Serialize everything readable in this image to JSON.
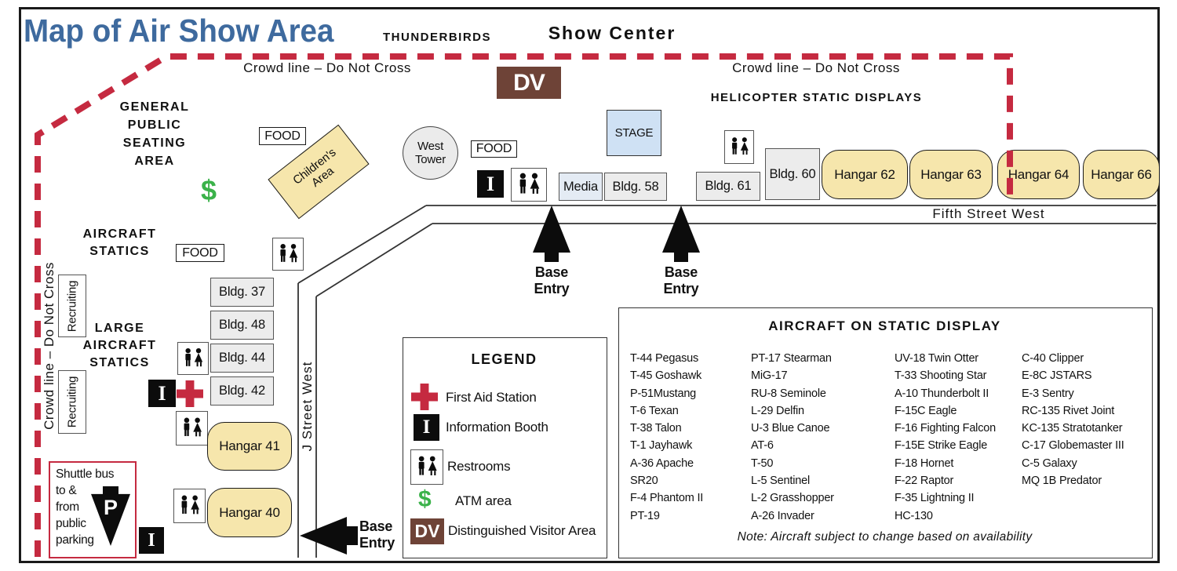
{
  "title": "Map of Air Show Area",
  "header": {
    "thunderbirds": "THUNDERBIRDS",
    "show_center": "Show Center"
  },
  "crowd_line": {
    "top_left_label": "Crowd line – Do Not Cross",
    "top_right_label": "Crowd line – Do Not Cross",
    "left_label": "Crowd line – Do Not Cross",
    "color": "#c52a40"
  },
  "zones": {
    "seating_lines": [
      "GENERAL",
      "PUBLIC",
      "SEATING",
      "AREA"
    ],
    "aircraft_statics_lines": [
      "AIRCRAFT",
      "STATICS"
    ],
    "large_aircraft_statics_lines": [
      "LARGE",
      "AIRCRAFT",
      "STATICS"
    ],
    "helicopter_static": "HELICOPTER STATIC DISPLAYS",
    "childrens_area_lines": [
      "Children's",
      "Area"
    ],
    "west_tower_lines": [
      "West",
      "Tower"
    ],
    "stage": "STAGE",
    "media": "Media"
  },
  "labels": {
    "food": "FOOD",
    "recruiting": "Recruiting",
    "dv": "DV",
    "info": "I",
    "atm": "$",
    "parking_p": "P",
    "base_entry_lines": [
      "Base",
      "Entry"
    ]
  },
  "buildings": {
    "b37": "Bldg. 37",
    "b48": "Bldg. 48",
    "b44": "Bldg. 44",
    "b42": "Bldg. 42",
    "b58": "Bldg. 58",
    "b60": "Bldg. 60",
    "b61": "Bldg. 61"
  },
  "hangars": {
    "h40": "Hangar 40",
    "h41": "Hangar 41",
    "h62": "Hangar 62",
    "h63": "Hangar 63",
    "h64": "Hangar 64",
    "h66": "Hangar 66"
  },
  "streets": {
    "fifth": "Fifth Street West",
    "j": "J Street West"
  },
  "shuttle": {
    "lines": [
      "Shuttle bus",
      "to &",
      "from",
      "public",
      "parking"
    ]
  },
  "legend": {
    "title": "LEGEND",
    "first_aid": "First Aid Station",
    "info_booth": "Information Booth",
    "restrooms": "Restrooms",
    "atm": "ATM area",
    "dv": "Distinguished Visitor Area"
  },
  "static_display": {
    "title": "AIRCRAFT ON STATIC DISPLAY",
    "columns": [
      [
        "T-44 Pegasus",
        "T-45 Goshawk",
        "P-51Mustang",
        "T-6 Texan",
        "T-38 Talon",
        "T-1 Jayhawk",
        "A-36 Apache",
        "SR20",
        "F-4 Phantom II",
        "PT-19"
      ],
      [
        "PT-17 Stearman",
        "MiG-17",
        "RU-8 Seminole",
        "L-29 Delfin",
        "U-3 Blue Canoe",
        "AT-6",
        "T-50",
        "L-5 Sentinel",
        "L-2 Grasshopper",
        "A-26 Invader"
      ],
      [
        "UV-18 Twin Otter",
        "T-33 Shooting Star",
        "A-10 Thunderbolt II",
        "F-15C Eagle",
        "F-16 Fighting Falcon",
        "F-15E Strike Eagle",
        "F-18 Hornet",
        "F-22 Raptor",
        "F-35 Lightning II",
        "HC-130"
      ],
      [
        "C-40 Clipper",
        "E-8C JSTARS",
        "E-3 Sentry",
        "RC-135 Rivet Joint",
        "KC-135 Stratotanker",
        "C-17 Globemaster III",
        "C-5 Galaxy",
        "MQ 1B Predator"
      ]
    ],
    "note": "Note: Aircraft subject to change based on availability"
  }
}
